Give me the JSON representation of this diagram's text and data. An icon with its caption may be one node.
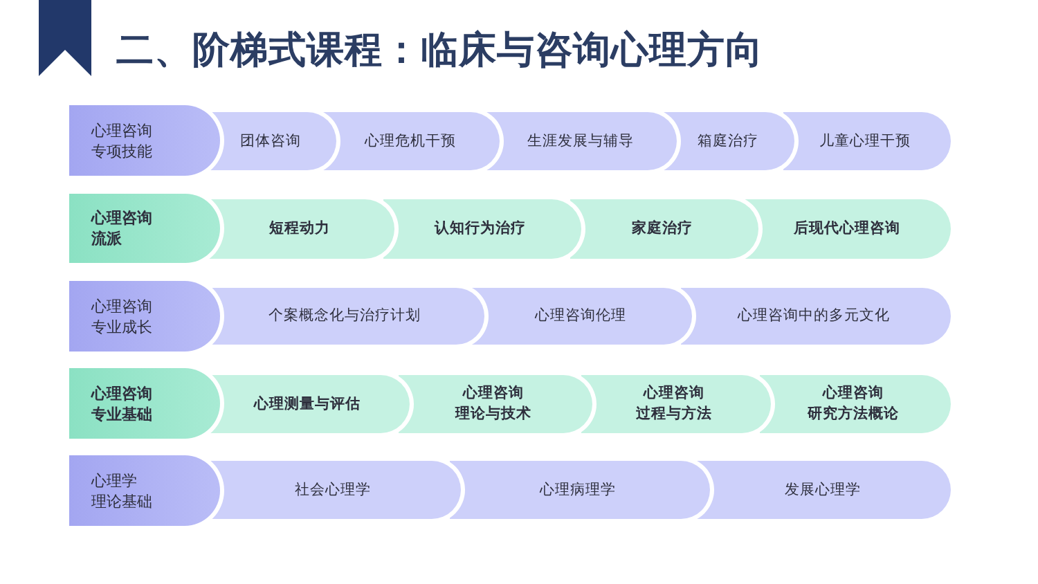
{
  "diagram": {
    "title": "二、阶梯式课程：临床与咨询心理方向",
    "nodes": [
      {
        "text": [
          "心理咨询专项技能"
        ]
      },
      {
        "text": [
          "团体咨询"
        ]
      },
      {
        "text": [
          "心理危机干预"
        ]
      },
      {
        "text": [
          "生涯发展与辅导"
        ]
      },
      {
        "text": [
          "箱庭治疗"
        ]
      },
      {
        "text": [
          "儿童心理干预"
        ]
      },
      {
        "text": [
          "心理咨询流派"
        ]
      },
      {
        "text": [
          "短程动力"
        ]
      },
      {
        "text": [
          "认知行为治疗"
        ]
      },
      {
        "text": [
          "家庭治疗"
        ]
      },
      {
        "text": [
          "后现代心理咨询"
        ]
      },
      {
        "text": [
          "心理咨询专业成长"
        ]
      },
      {
        "text": [
          "个案概念化与治疗计划"
        ]
      },
      {
        "text": [
          "心理咨询伦理"
        ]
      },
      {
        "text": [
          "心理咨询中的多元文化"
        ]
      },
      {
        "text": [
          "心理咨询专业基础"
        ]
      },
      {
        "text": [
          "心理测量与评估"
        ]
      },
      {
        "text": [
          "心理咨询理论与技术"
        ]
      },
      {
        "text": [
          "心理咨询过程与方法"
        ]
      },
      {
        "text": [
          "心理咨询研究方法概论"
        ]
      },
      {
        "text": [
          "心理学理论基础"
        ]
      },
      {
        "text": [
          "社会心理学"
        ]
      },
      {
        "text": [
          "心理病理学"
        ]
      },
      {
        "text": [
          "发展心理学"
        ]
      }
    ]
  }
}
